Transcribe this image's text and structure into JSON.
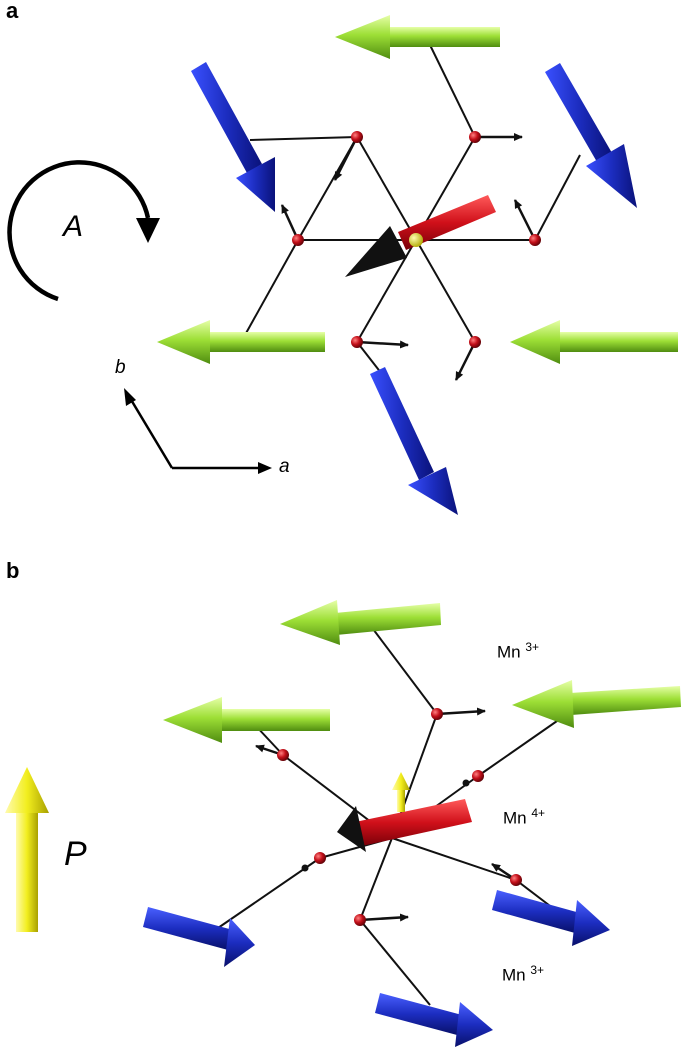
{
  "panel_a": {
    "label": "a",
    "rotation_label": "A",
    "axes": {
      "b": "b",
      "a": "a"
    }
  },
  "panel_b": {
    "label": "b",
    "polarization_label": "P",
    "ions": [
      {
        "base": "Mn",
        "charge": "3+"
      },
      {
        "base": "Mn",
        "charge": "4+"
      },
      {
        "base": "Mn",
        "charge": "3+"
      }
    ]
  },
  "colors": {
    "green_spin": "#8ed62a",
    "blue_spin": "#1a2bb5",
    "red_spin": "#d0101a",
    "yellow_arrow": "#f2ee1e",
    "oxygen": "#c4101a",
    "bond": "#111111"
  }
}
